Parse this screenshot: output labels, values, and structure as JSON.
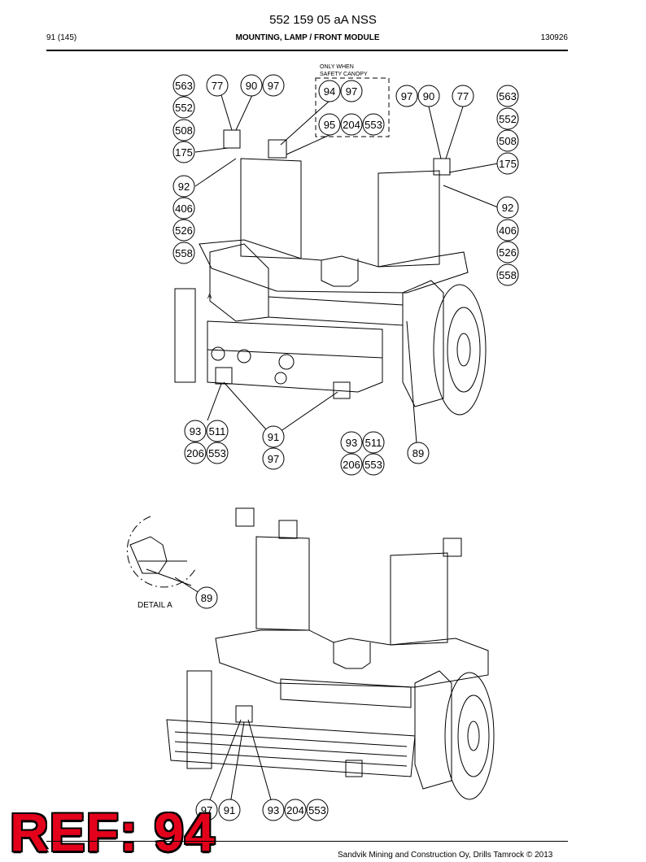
{
  "header": {
    "doc_number": "552 159 05 aA NSS",
    "page": "91 (145)",
    "section": "MOUNTING, LAMP / FRONT MODULE",
    "date_code": "130926"
  },
  "notes": {
    "canopy": [
      "ONLY WHEN",
      "SAFETY CANOPY"
    ],
    "detail_caption": "DETAIL A",
    "detail_marker": "A"
  },
  "callouts_top": [
    "563",
    "77",
    "90",
    "97",
    "552",
    "508",
    "175",
    "92",
    "406",
    "526",
    "558",
    "94",
    "97",
    "95",
    "204",
    "553",
    "97",
    "90",
    "77",
    "563",
    "552",
    "508",
    "175",
    "92",
    "406",
    "526",
    "558",
    "93",
    "511",
    "206",
    "553",
    "91",
    "97",
    "93",
    "511",
    "206",
    "553",
    "89"
  ],
  "callouts_bottom": [
    "89",
    "97",
    "91",
    "93",
    "204",
    "553"
  ],
  "overlay": {
    "ref": "REF: 94"
  },
  "footer": {
    "copyright": "Sandvik Mining and Construction Oy, Drills Tamrock © 2013"
  },
  "colors": {
    "ref_fill": "#e3001b",
    "line": "#000000"
  }
}
